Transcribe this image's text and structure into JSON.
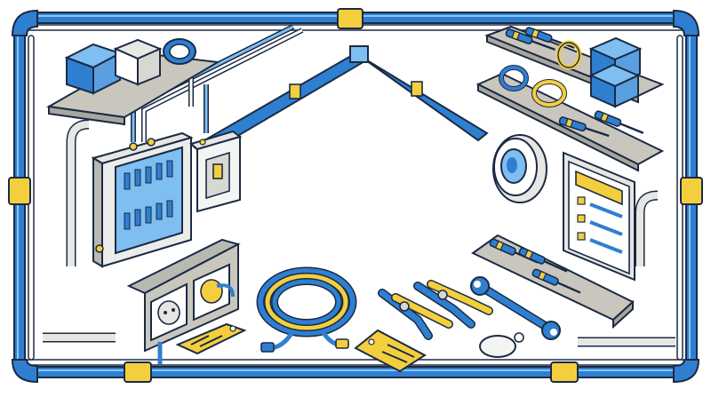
{
  "scene": {
    "style": "isometric line illustration",
    "palette": {
      "blue": "#2f7fd1",
      "light_blue": "#7fbef0",
      "navy": "#1b2a44",
      "yellow": "#f4cf3d",
      "grey": "#b9b9b3",
      "shelf": "#c9c6bd",
      "white": "#ffffff"
    },
    "objects": [
      "pipe-frame",
      "conduit",
      "cable-tray",
      "breaker-panel",
      "switch-box",
      "wall-outlets",
      "coiled-cable",
      "pliers",
      "wrench",
      "screwdrivers",
      "storage-boxes",
      "wire-spools",
      "smoke-detector",
      "checklist-sign",
      "warning-tags"
    ]
  }
}
